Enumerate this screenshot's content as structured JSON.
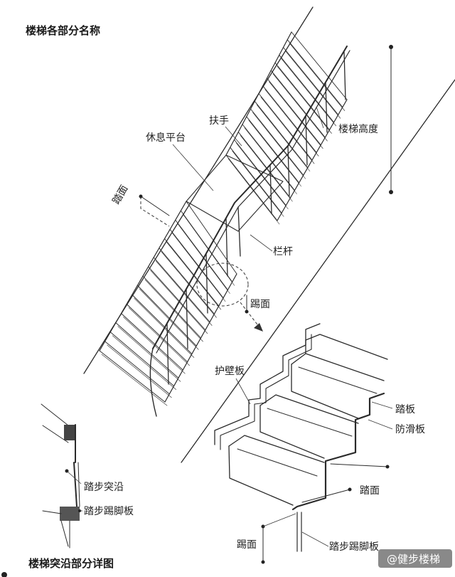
{
  "titles": {
    "main": "楼梯各部分名称",
    "detail": "楼梯突沿部分详图"
  },
  "labels": {
    "handrail": "扶手",
    "landing": "休息平台",
    "stair_height": "楼梯高度",
    "tread_left": "踏面",
    "baluster": "栏杆",
    "riser": "踢面",
    "skirting": "护壁板",
    "tread_board": "踏板",
    "anti_slip": "防滑板",
    "tread_right": "踏面",
    "nosing": "踏步突沿",
    "riser_board": "踏步踢脚板",
    "riser_bottom": "踢面",
    "riser_board_bottom": "踏步踢脚板"
  },
  "watermark": {
    "text": "@健步楼梯"
  },
  "colors": {
    "ink": "#2a2a2a",
    "background": "#ffffff"
  }
}
